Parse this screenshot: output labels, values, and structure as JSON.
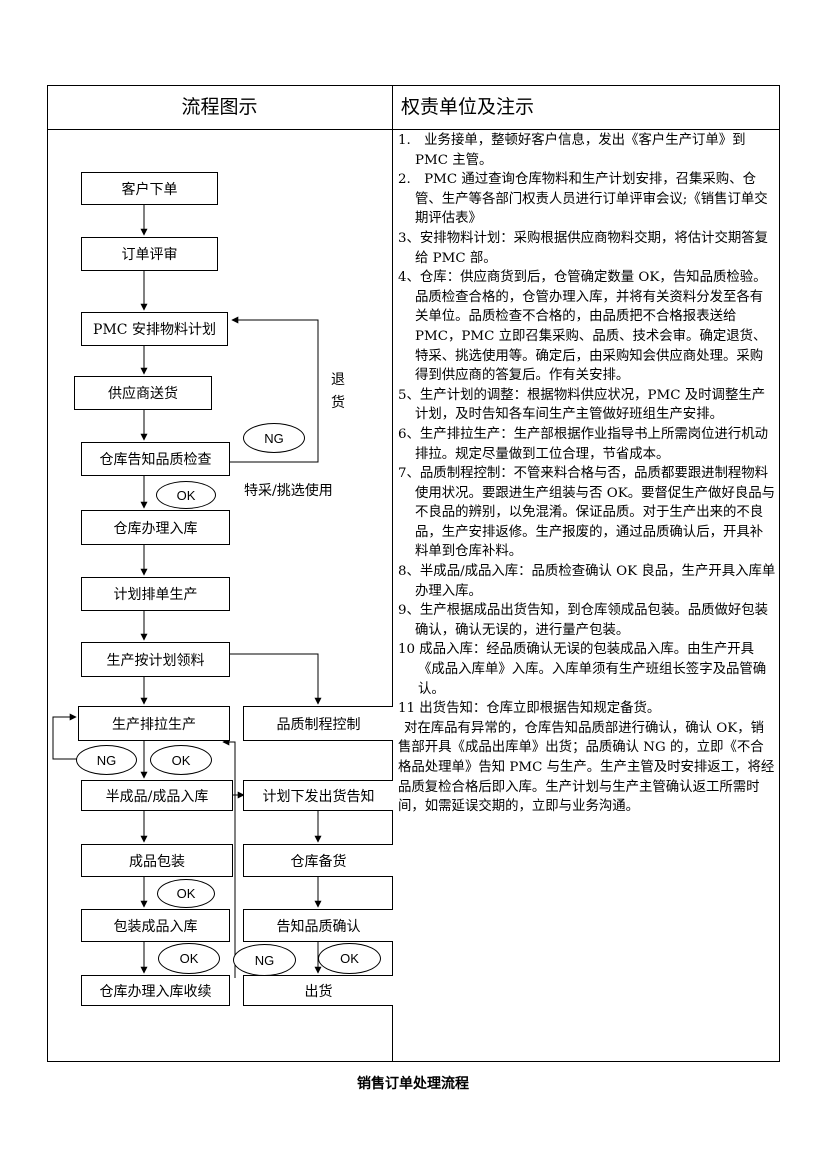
{
  "header": {
    "left": "流程图示",
    "right": "权责单位及注示"
  },
  "flow": {
    "b1": "客户下单",
    "b2": "订单评审",
    "b3": "PMC 安排物料计划",
    "b4": "供应商送货",
    "b5": "仓库告知品质检查",
    "b6": "仓库办理入库",
    "b7": "计划排单生产",
    "b8": "生产按计划领料",
    "b9": "生产排拉生产",
    "b10": "品质制程控制",
    "b11": "半成品/成品入库",
    "b12": "计划下发出货告知",
    "b13": "成品包装",
    "b14": "仓库备货",
    "b15": "包装成品入库",
    "b16": "告知品质确认",
    "b17": "仓库办理入库收续",
    "b18": "出货",
    "return_label_1": "退",
    "return_label_2": "货",
    "special_label": "特采/挑选使用",
    "ng": "NG",
    "ok": "OK"
  },
  "notes": [
    "1.　业务接单，整顿好客户信息，发出《客户生产订单》到 PMC 主管。",
    "2.　PMC 通过查询仓库物料和生产计划安排，召集采购、仓管、生产等各部门权责人员进行订单评审会议;《销售订单交期评估表》",
    "3、安排物料计划：采购根据供应商物料交期，将估计交期答复给 PMC 部。",
    "4、仓库：供应商货到后，仓管确定数量 OK，告知品质检验。品质检查合格的，仓管办理入库，并将有关资料分发至各有关单位。品质检查不合格的，由品质把不合格报表送给 PMC，PMC 立即召集采购、品质、技术会审。确定退货、特采、挑选使用等。确定后，由采购知会供应商处理。采购得到供应商的答复后。作有关安排。",
    "5、生产计划的调整：根据物料供应状况，PMC 及时调整生产计划，及时告知各车间生产主管做好班组生产安排。",
    "6、生产排拉生产：生产部根据作业指导书上所需岗位进行机动排拉。规定尽量做到工位合理，节省成本。",
    "7、品质制程控制：不管来料合格与否，品质都要跟进制程物料使用状况。要跟进生产组装与否 OK。要督促生产做好良品与不良品的辨别，以免混淆。保证品质。对于生产出来的不良品，生产安排返修。生产报废的，通过品质确认后，开具补料单到仓库补料。",
    "8、半成品/成品入库：品质检查确认 OK 良品，生产开具入库单办理入库。",
    "9、生产根据成品出货告知，到仓库领成品包装。品质做好包装确认，确认无误的，进行量产包装。",
    "10 成品入库：经品质确认无误的包装成品入库。由生产开具《成品入库单》入库。入库单须有生产班组长签字及品管确认。",
    "11 出货告知：仓库立即根据告知规定备货。",
    "对在库品有异常的，仓库告知品质部进行确认，确认 OK，销售部开具《成品出库单》出货；品质确认 NG 的，立即《不合格品处理单》告知 PMC 与生产。生产主管及时安排返工，将经品质复检合格后即入库。生产计划与生产主管确认返工所需时间，如需延误交期的，立即与业务沟通。"
  ],
  "caption": "销售订单处理流程"
}
